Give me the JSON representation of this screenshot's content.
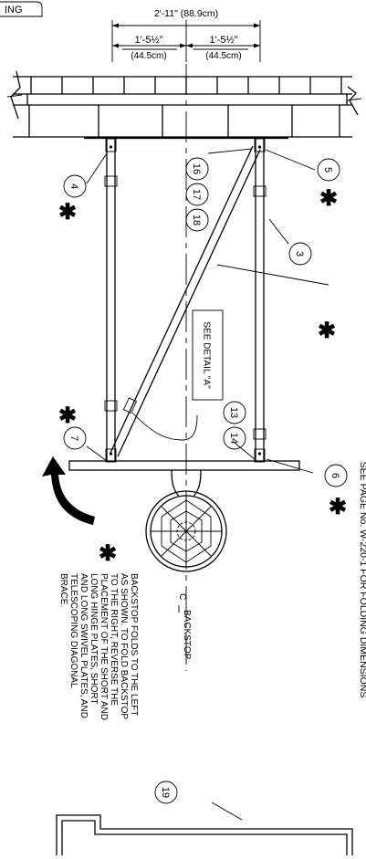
{
  "header_tag": "ING",
  "dimensions": {
    "overall": "2'-11\" (88.9cm)",
    "left_imperial": "1'-5½\"",
    "left_metric": "(44.5cm)",
    "right_imperial": "1'-5½\"",
    "right_metric": "(44.5cm)"
  },
  "callouts": [
    "4",
    "5",
    "16",
    "17",
    "18",
    "3",
    "13",
    "14",
    "7",
    "6",
    "19"
  ],
  "see_detail": "SEE DETAIL \"A\"",
  "page_note": "SEE PAGE No. W-220-1 FOR FOLDING DIMENSIONS",
  "centerline_label": "BACKSTOP",
  "centerline_symbol": "C",
  "fold_note": [
    "BACKSTOP FOLDS TO THE LEFT",
    "AS SHOWN. TO FOLD BACKSTOP",
    "TO THE RIGHT, REVERSE THE",
    "PLACEMENT OF THE SHORT AND",
    "LONG HINGE PLATES, SHORT",
    "AND LONG SWIVEL PLATES, AND",
    "TELESCOPING DIAGONAL",
    "BRACE."
  ],
  "asterisk": "✱"
}
